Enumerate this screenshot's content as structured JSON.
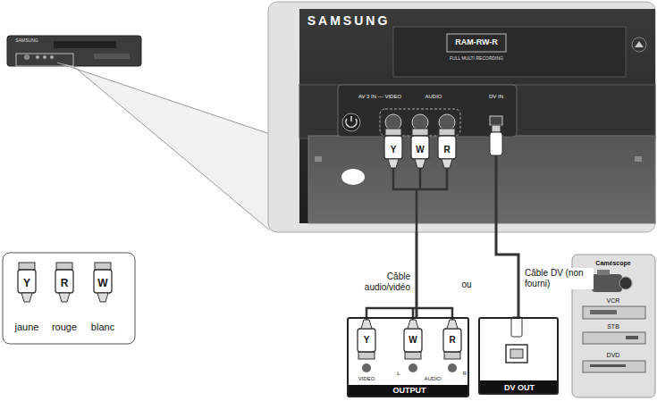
{
  "diagram": {
    "nodes": [
      {
        "text": [
          "SAMSUNG"
        ]
      },
      {
        "text": [
          "OUTPUT"
        ]
      },
      {
        "text": [
          "DV OUT"
        ]
      },
      {
        "text": [
          "Caméscope",
          "VCR",
          "STB",
          "DVD"
        ]
      }
    ],
    "edges": [
      {
        "from": 1,
        "to": 0,
        "label": "Câble audio/vidéo",
        "arrow": "none"
      },
      {
        "from": 2,
        "to": 0,
        "label": "Câble DV (non fourni)",
        "arrow": "none"
      }
    ],
    "labels": [
      "SAMSUNG",
      "RAM-RW-R",
      "FULL MULTI RECORDING",
      "AV 3 IN — VIDEO",
      "AUDIO",
      "DV IN",
      "Y",
      "W",
      "R",
      "Y",
      "W",
      "R",
      "VIDEO",
      "L",
      "AUDIO",
      "R",
      "ou",
      "Y",
      "R",
      "W",
      "jaune",
      "rouge",
      "blanc"
    ]
  }
}
